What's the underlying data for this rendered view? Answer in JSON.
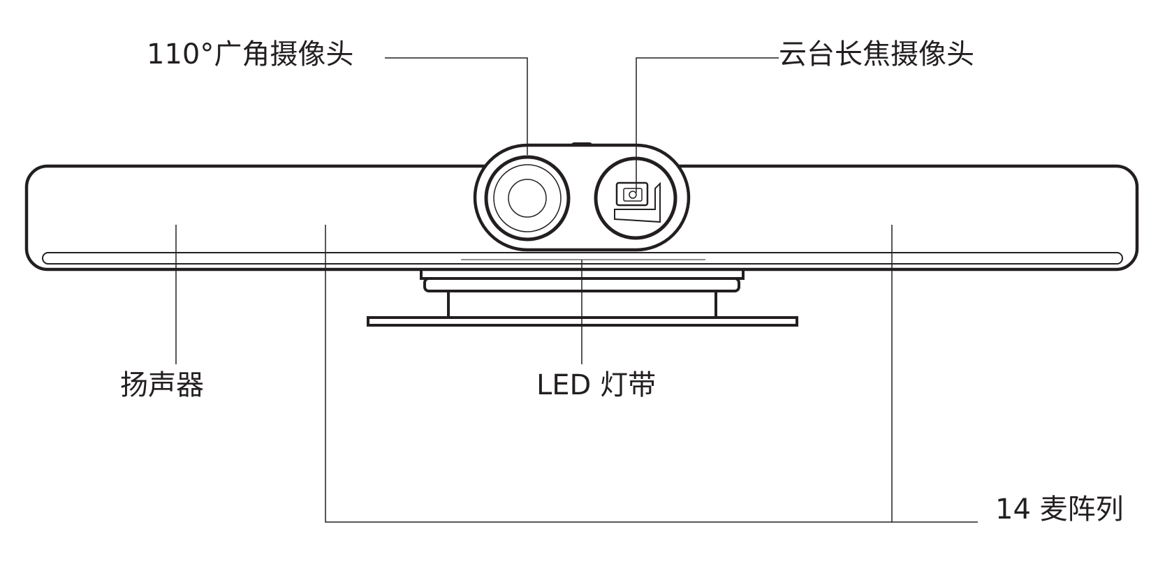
{
  "labels": {
    "wide_camera": "110°广角摄像头",
    "ptz_camera": "云台长焦摄像头",
    "speaker": "扬声器",
    "led_strip": "LED 灯带",
    "mic_array": "14 麦阵列"
  },
  "colors": {
    "line": "#231f20",
    "background": "#ffffff"
  }
}
